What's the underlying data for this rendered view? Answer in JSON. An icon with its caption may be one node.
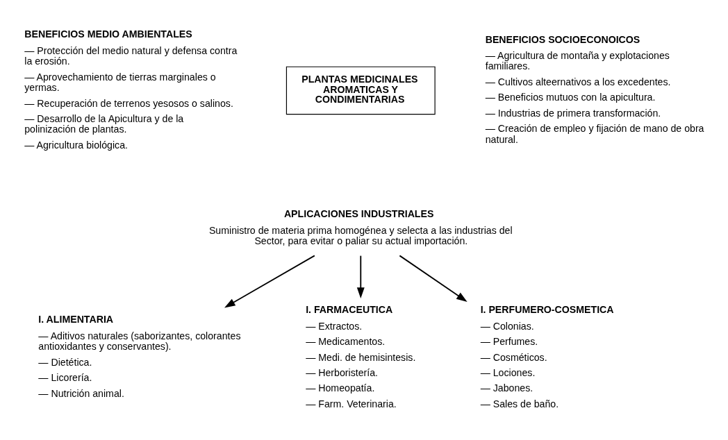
{
  "diagram": {
    "nodes": [
      {
        "text": [
          "BENEFICIOS MEDIO AMBIENTALES",
          "— Protección del medio natural y defensa contra la erosión.",
          "— Aprovechamiento de tierras marginales o yermas.",
          "— Recuperación de terrenos yesosos o salinos.",
          "— Desarrollo de la Apicultura y de la polinización de plantas.",
          "— Agricultura biológica."
        ]
      },
      {
        "text": [
          "PLANTAS MEDICINALES AROMATICAS Y CONDIMENTARIAS"
        ]
      },
      {
        "text": [
          "BENEFICIOS SOCIOECONOICOS",
          "— Agricultura de montaña y explotaciones familiares.",
          "— Cultivos alteernativos a los excedentes.",
          "— Beneficios mutuos con la apicultura.",
          "— Industrias de primera transformación.",
          "— Creación de empleo y fijación de mano de obra natural."
        ]
      },
      {
        "text": [
          "APLICACIONES INDUSTRIALES",
          "Suministro de materia prima homogénea y selecta a las industrias del Sector, para evitar o paliar su actual importación."
        ]
      },
      {
        "text": [
          "I. ALIMENTARIA",
          "— Aditivos naturales (saborizantes, colorantes antioxidantes y conservantes).",
          "— Dietética.",
          "— Licorería.",
          "— Nutrición animal."
        ]
      },
      {
        "text": [
          "I. FARMACEUTICA",
          "— Extractos.",
          "— Medicamentos.",
          "— Medi. de hemisintesis.",
          "— Herboristería.",
          "— Homeopatía.",
          "— Farm. Veterinaria."
        ]
      },
      {
        "text": [
          "I. PERFUMERO-COSMETICA",
          "— Colonias.",
          "— Perfumes.",
          "— Cosméticos.",
          "— Lociones.",
          "— Jabones.",
          "— Sales de baño."
        ]
      }
    ],
    "edges": [
      {
        "from": 3,
        "to": 4,
        "arrow": "to"
      },
      {
        "from": 3,
        "to": 5,
        "arrow": "to"
      },
      {
        "from": 3,
        "to": 6,
        "arrow": "to"
      }
    ]
  }
}
